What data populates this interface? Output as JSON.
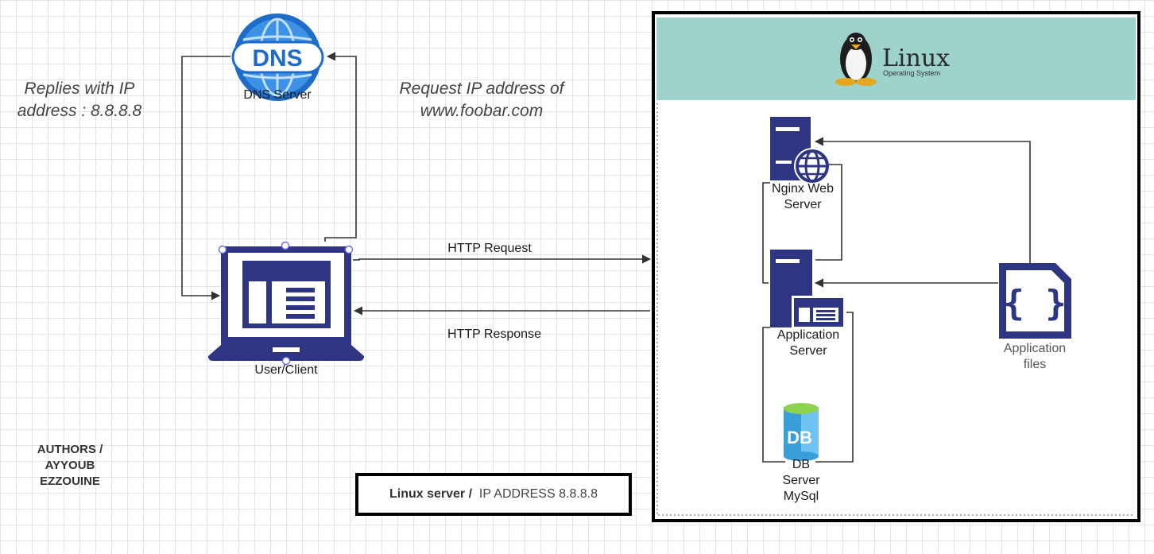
{
  "dns": {
    "label": "DNS Server",
    "badge": "DNS"
  },
  "client": {
    "label": "User/Client"
  },
  "dns_reply": {
    "line1": "Replies with IP",
    "line2": "address : 8.8.8.8"
  },
  "dns_request": {
    "line1": "Request IP address of",
    "line2": "www.foobar.com"
  },
  "http": {
    "request": "HTTP Request",
    "response": "HTTP Response"
  },
  "linux": {
    "brand": "Linux",
    "subtitle": "Operating System"
  },
  "nginx": {
    "line1": "Nginx Web",
    "line2": "Server"
  },
  "app_server": {
    "line1": "Application",
    "line2": "Server"
  },
  "app_files": {
    "line1": "Application",
    "line2": "files",
    "glyph": "{ }"
  },
  "db": {
    "badge": "DB",
    "line1": "DB",
    "line2": "Server",
    "line3": "MySql"
  },
  "authors": {
    "line1": "AUTHORS /",
    "line2": "AYYOUB",
    "line3": "EZZOUINE"
  },
  "server_box": {
    "bold": "Linux server /",
    "ip": "IP ADDRESS 8.8.8.8"
  },
  "colors": {
    "navy": "#2e3583",
    "teal_header": "#9dd3cb",
    "db_blue": "#3a9ed9",
    "connector": "#333333"
  }
}
